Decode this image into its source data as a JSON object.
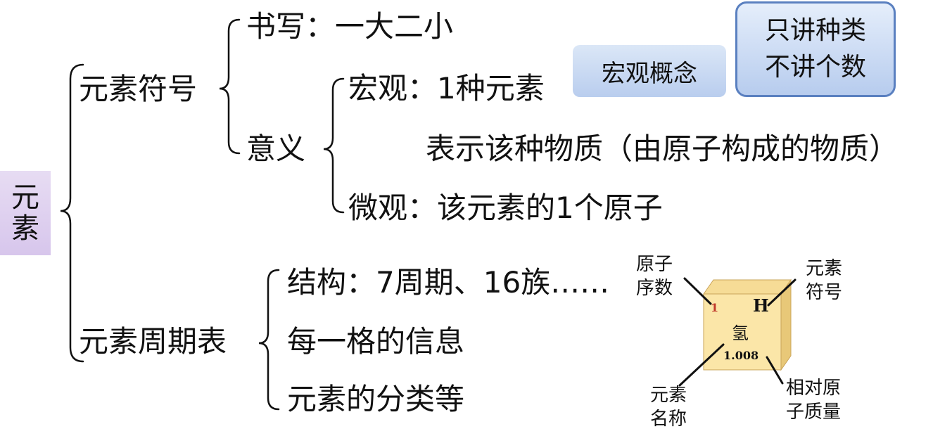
{
  "root": {
    "line1": "元",
    "line2": "素"
  },
  "branch_symbol": {
    "label": "元素符号",
    "writing": "书写：一大二小",
    "meaning": {
      "label": "意义",
      "macro": "宏观：1种元素",
      "substance": "表示该种物质（由原子构成的物质）",
      "micro": "微观：该元素的1个原子"
    }
  },
  "badges": {
    "macro_concept": "宏观概念",
    "kind_line1": "只讲种类",
    "kind_line2": "不讲个数"
  },
  "branch_table": {
    "label": "元素周期表",
    "structure": "结构：7周期、16族……",
    "cell_info": "每一格的信息",
    "classification": "元素的分类等"
  },
  "cell": {
    "atomic_number": "1",
    "symbol": "H",
    "name": "氢",
    "mass": "1.008",
    "labels": {
      "atomic_number_l1": "原子",
      "atomic_number_l2": "序数",
      "symbol_l1": "元素",
      "symbol_l2": "符号",
      "name_l1": "元素",
      "name_l2": "名称",
      "mass_l1": "相对原",
      "mass_l2": "子质量"
    }
  },
  "colors": {
    "root_box": "#d7c6ec",
    "badge_fill": "#b9cdee",
    "badge_border": "#5a80c0",
    "cube_front": "#fbe6a8",
    "cube_side": "#e8c878",
    "atomic_number_color": "#c0392b"
  }
}
